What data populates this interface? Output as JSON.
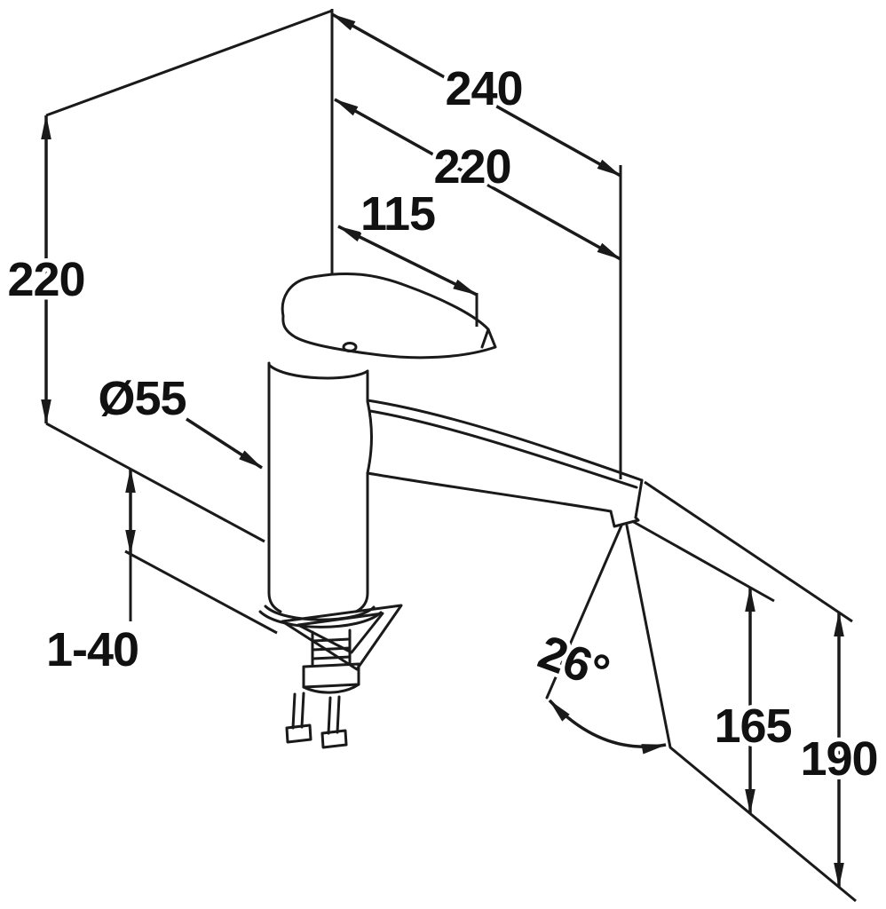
{
  "drawing": {
    "subject": "single-lever basin mixer tap, dimensional line drawing",
    "background_color": "#ffffff",
    "line_color": "#1a1a1a"
  },
  "labels": {
    "top_240": "240",
    "top_220": "220",
    "top_115": "115",
    "left_220": "220",
    "diameter": "Ø55",
    "deck_range": "1-40",
    "angle": "26°",
    "height_165": "165",
    "height_190": "190"
  }
}
